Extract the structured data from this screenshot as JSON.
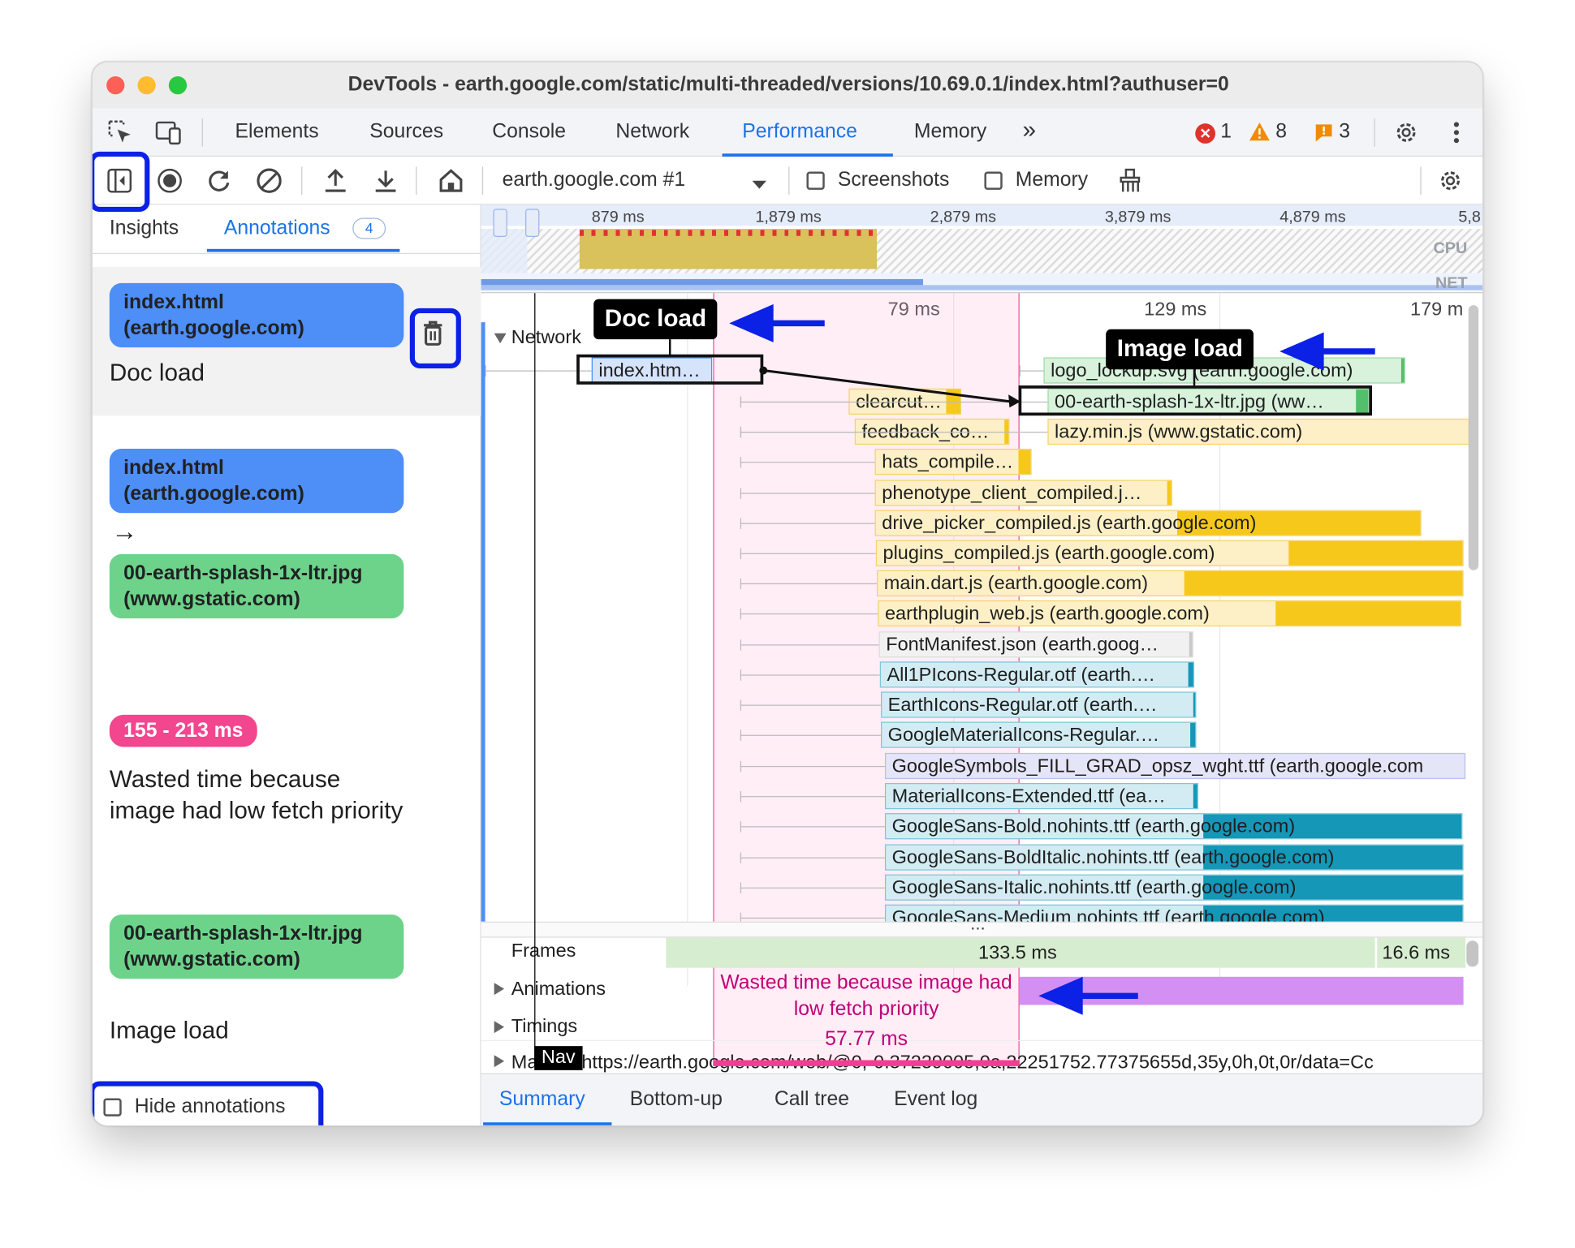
{
  "window": {
    "title": "DevTools - earth.google.com/static/multi-threaded/versions/10.69.0.1/index.html?authuser=0"
  },
  "tabs": [
    "Elements",
    "Sources",
    "Console",
    "Network",
    "Performance",
    "Memory"
  ],
  "active_tab": "Performance",
  "more_tabs": "»",
  "status": {
    "errors": "1",
    "warnings": "8",
    "issues": "3"
  },
  "toolbar": {
    "recording": "earth.google.com #1",
    "screenshots": "Screenshots",
    "memory": "Memory"
  },
  "sidebar": {
    "tabs": {
      "insights": "Insights",
      "annotations": "Annotations",
      "annotations_count": "4"
    },
    "annotations": [
      {
        "entry": "index.html (earth.google.com)",
        "label": "Doc load"
      },
      {
        "from": "index.html (earth.google.com)",
        "arrow": "→",
        "to": "00-earth-splash-1x-ltr.jpg (www.gstatic.com)"
      },
      {
        "range": "155 - 213 ms",
        "label": "Wasted time because image had low fetch priority"
      },
      {
        "entry": "00-earth-splash-1x-ltr.jpg (www.gstatic.com)",
        "label": "Image load"
      }
    ],
    "hide_annotations": "Hide annotations"
  },
  "overview": {
    "ticks": [
      "879 ms",
      "1,879 ms",
      "2,879 ms",
      "3,879 ms",
      "4,879 ms",
      "5,8"
    ],
    "cpu": "CPU",
    "net": "NET"
  },
  "timeline": {
    "ticks": [
      "79 ms",
      "129 ms",
      "179 m"
    ],
    "network_label": "Network",
    "requests": [
      "index.htm…",
      "logo_lockup.svg (earth.google.com)",
      "clearcut…",
      "00-earth-splash-1x-ltr.jpg (ww…",
      "feedback_co…",
      "lazy.min.js (www.gstatic.com)",
      "hats_compile…",
      "phenotype_client_compiled.j…",
      "drive_picker_compiled.js (earth.google.com)",
      "plugins_compiled.js (earth.google.com)",
      "main.dart.js (earth.google.com)",
      "earthplugin_web.js (earth.google.com)",
      "FontManifest.json (earth.goog…",
      "All1PIcons-Regular.otf (earth.…",
      "EarthIcons-Regular.otf (earth.…",
      "GoogleMaterialIcons-Regular.…",
      "GoogleSymbols_FILL_GRAD_opsz_wght.ttf (earth.google.com",
      "MaterialIcons-Extended.ttf (ea…",
      "GoogleSans-Bold.nohints.ttf (earth.google.com)",
      "GoogleSans-BoldItalic.nohints.ttf (earth.google.com)",
      "GoogleSans-Italic.nohints.ttf (earth.google.com)",
      "GoogleSans-Medium.nohints.ttf (earth.google.com)"
    ],
    "ellipsis": "...",
    "tracks": {
      "frames": "Frames",
      "animations": "Animations",
      "timings": "Timings",
      "main": "Ma"
    },
    "frames_values": [
      "133.5 ms",
      "16.6 ms"
    ],
    "main_url": "https://earth.google.com/web/@0,-0.37239005,0a,22251752.77375655d,35y,0h,0t,0r/data=Cc",
    "nav": "Nav",
    "range_label": "Wasted time because image had low fetch priority",
    "range_value": "57.77 ms",
    "doc_load_label": "Doc load",
    "image_load_label": "Image load"
  },
  "bottom_tabs": [
    "Summary",
    "Bottom-up",
    "Call tree",
    "Event log"
  ],
  "colors": {
    "accent": "#1a73e8",
    "highlight": "#0b21e6",
    "doc": "#4d8ef7",
    "image": "#6dd38a",
    "range": "#f2468f",
    "script": "#f6c81c",
    "font": "#1597b8"
  }
}
